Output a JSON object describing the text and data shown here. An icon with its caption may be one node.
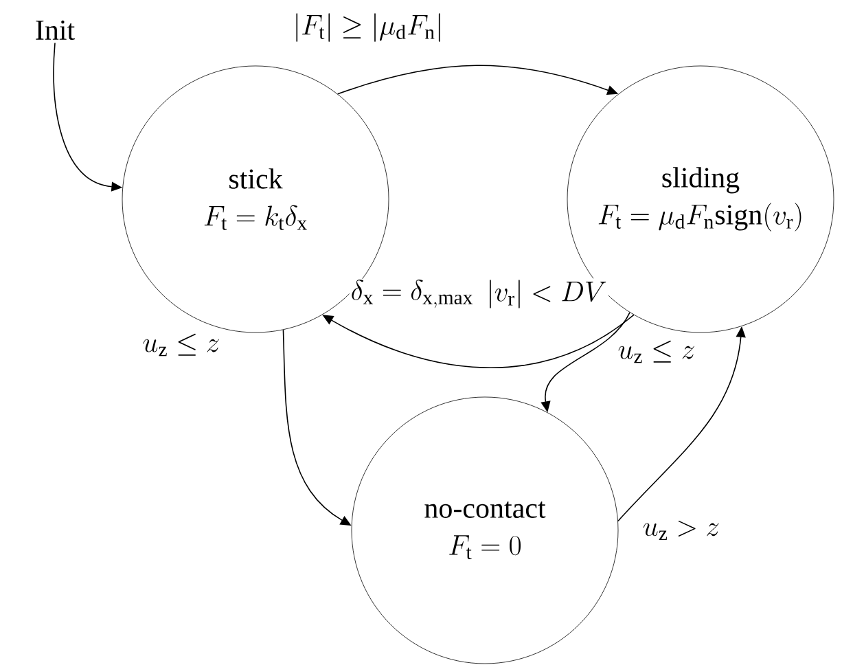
{
  "diagram": {
    "nodes": [
      {
        "text": [
          "Init"
        ]
      },
      {
        "text": [
          "stick",
          "F_\\mathrm{t} = k_\\mathrm{t}\\delta_\\mathrm{x}"
        ]
      },
      {
        "text": [
          "sliding",
          "F_\\mathrm{t} = \\mu_\\mathrm{d} F_\\mathrm{n}\\mathrm{sign}(v_\\mathrm{r})"
        ]
      },
      {
        "text": [
          "no-contact",
          "F_\\mathrm{t} = 0"
        ]
      }
    ],
    "edges": [
      {
        "from": 0,
        "to": 1,
        "arrow": "to"
      },
      {
        "from": 1,
        "to": 2,
        "arrow": "to",
        "label": "|F_\\mathrm{t}| \\geq |\\mu_\\mathrm{d} F_\\mathrm{n}|"
      },
      {
        "from": 2,
        "to": 1,
        "arrow": "to",
        "label": "|v_\\mathrm{r}| < DV"
      },
      {
        "from": 1,
        "to": 3,
        "arrow": "to",
        "label": "u_\\mathrm{z} \\leq z"
      },
      {
        "from": 2,
        "to": 3,
        "arrow": "to",
        "label": "u_\\mathrm{z} \\leq z"
      },
      {
        "from": 3,
        "to": 2,
        "arrow": "to",
        "label": "u_\\mathrm{z} > z"
      }
    ],
    "labels": [
      "\\delta_\\mathrm{x} = \\delta_{\\mathrm{x,max}}"
    ]
  }
}
